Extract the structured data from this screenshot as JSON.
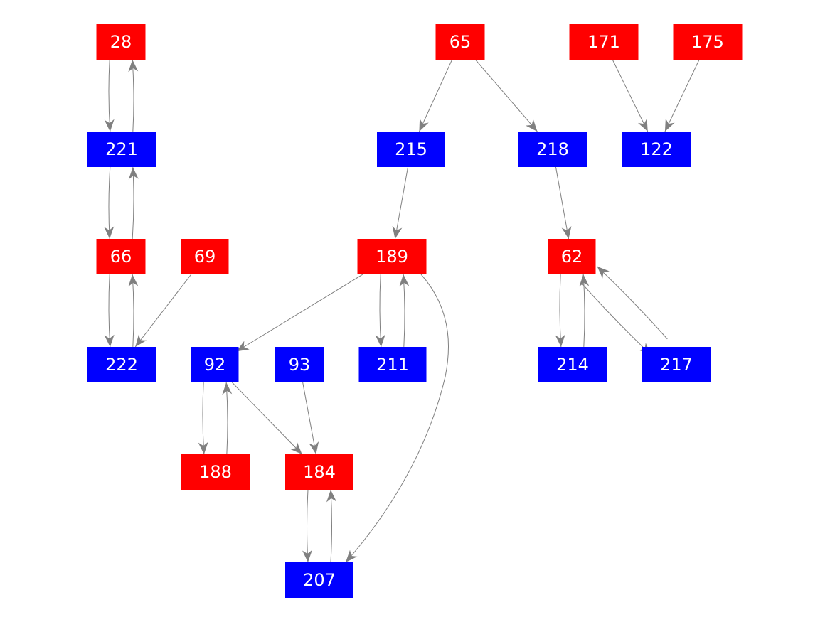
{
  "colors": {
    "red": "#ff0000",
    "blue": "#0000ff",
    "edge": "#808080"
  },
  "nodes": [
    {
      "id": "28",
      "label": "28",
      "color": "red"
    },
    {
      "id": "65",
      "label": "65",
      "color": "red"
    },
    {
      "id": "171",
      "label": "171",
      "color": "red"
    },
    {
      "id": "175",
      "label": "175",
      "color": "red"
    },
    {
      "id": "221",
      "label": "221",
      "color": "blue"
    },
    {
      "id": "215",
      "label": "215",
      "color": "blue"
    },
    {
      "id": "218",
      "label": "218",
      "color": "blue"
    },
    {
      "id": "122",
      "label": "122",
      "color": "blue"
    },
    {
      "id": "66",
      "label": "66",
      "color": "red"
    },
    {
      "id": "69",
      "label": "69",
      "color": "red"
    },
    {
      "id": "189",
      "label": "189",
      "color": "red"
    },
    {
      "id": "62",
      "label": "62",
      "color": "red"
    },
    {
      "id": "222",
      "label": "222",
      "color": "blue"
    },
    {
      "id": "92",
      "label": "92",
      "color": "blue"
    },
    {
      "id": "93",
      "label": "93",
      "color": "blue"
    },
    {
      "id": "211",
      "label": "211",
      "color": "blue"
    },
    {
      "id": "214",
      "label": "214",
      "color": "blue"
    },
    {
      "id": "217",
      "label": "217",
      "color": "blue"
    },
    {
      "id": "188",
      "label": "188",
      "color": "red"
    },
    {
      "id": "184",
      "label": "184",
      "color": "red"
    },
    {
      "id": "207",
      "label": "207",
      "color": "blue"
    }
  ],
  "edges": [
    [
      "28",
      "221"
    ],
    [
      "221",
      "28"
    ],
    [
      "221",
      "66"
    ],
    [
      "66",
      "221"
    ],
    [
      "66",
      "222"
    ],
    [
      "222",
      "66"
    ],
    [
      "69",
      "222"
    ],
    [
      "65",
      "215"
    ],
    [
      "65",
      "218"
    ],
    [
      "171",
      "122"
    ],
    [
      "175",
      "122"
    ],
    [
      "215",
      "189"
    ],
    [
      "218",
      "62"
    ],
    [
      "189",
      "92"
    ],
    [
      "189",
      "211"
    ],
    [
      "211",
      "189"
    ],
    [
      "189",
      "207"
    ],
    [
      "62",
      "214"
    ],
    [
      "214",
      "62"
    ],
    [
      "62",
      "217"
    ],
    [
      "217",
      "62"
    ],
    [
      "92",
      "188"
    ],
    [
      "188",
      "92"
    ],
    [
      "92",
      "184"
    ],
    [
      "93",
      "184"
    ],
    [
      "184",
      "207"
    ],
    [
      "207",
      "184"
    ]
  ]
}
